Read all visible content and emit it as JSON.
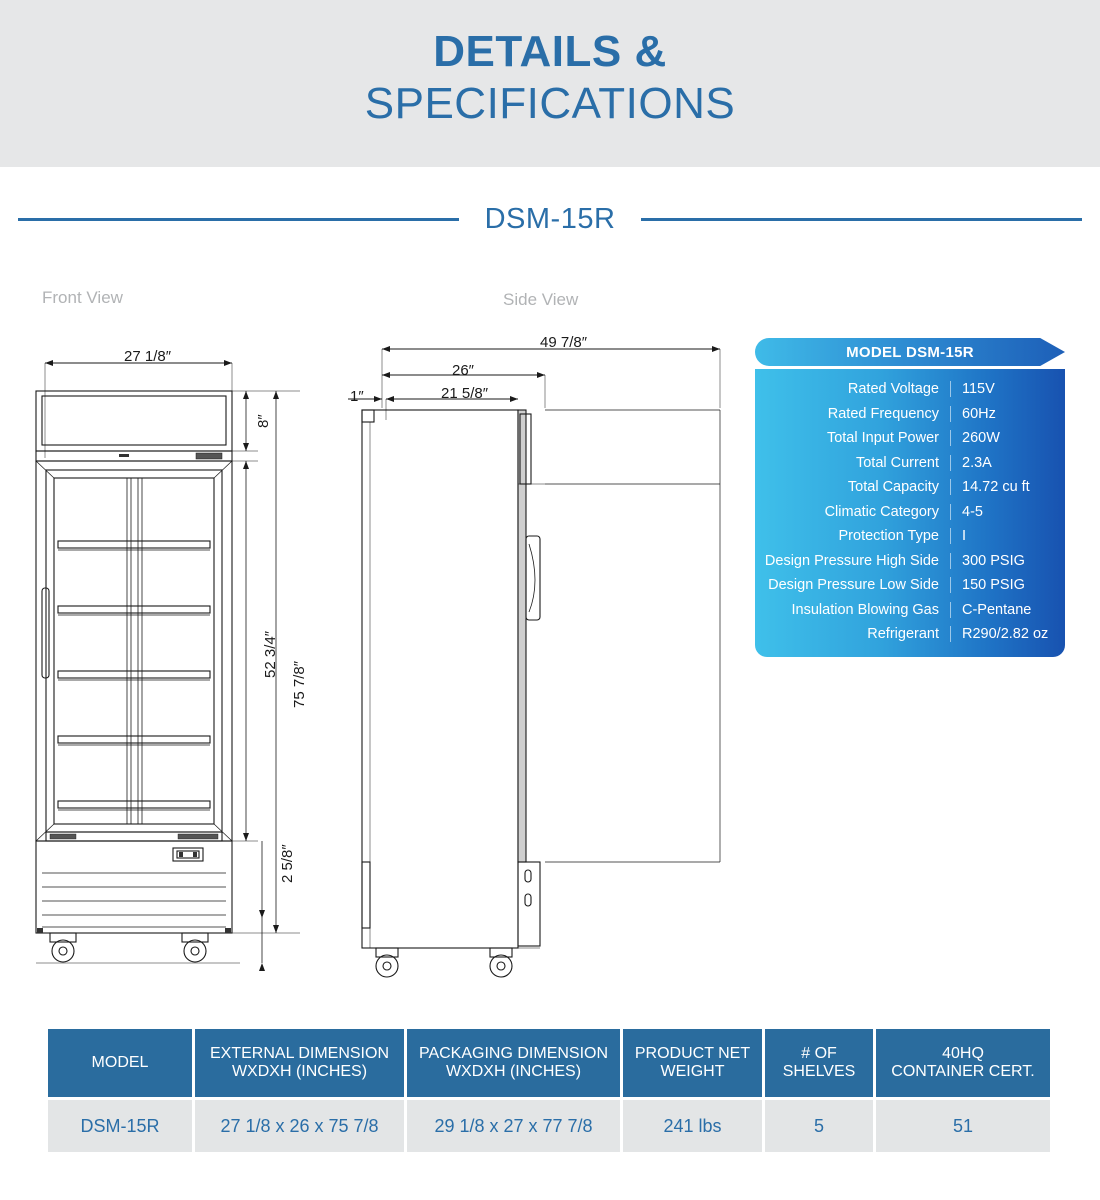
{
  "banner": {
    "title_line1": "DETAILS &",
    "title_line2": "SPECIFICATIONS"
  },
  "model_divider": {
    "model_name": "DSM-15R"
  },
  "colors": {
    "brand_blue": "#2a6ea8",
    "banner_bg": "#e6e7e8",
    "table_header": "#2a6c9e",
    "table_row": "#e3e5e6",
    "spec_gradient_start": "#3fc0ea",
    "spec_gradient_end": "#1852b0"
  },
  "drawings": {
    "front_view_label": "Front View",
    "side_view_label": "Side View",
    "front_dimensions": {
      "width": "27 1/8″",
      "canopy_height": "8″",
      "interior_height": "52 3/4″",
      "overall_height": "75 7/8″",
      "base_height": "2 5/8″"
    },
    "side_dimensions": {
      "door_open_depth": "49 7/8″",
      "depth_with_handle": "26″",
      "cabinet_depth": "21 5/8″",
      "handle_offset": "1″"
    }
  },
  "spec_card": {
    "header": "MODEL DSM-15R",
    "rows": [
      {
        "label": "Rated  Voltage",
        "value": "115V"
      },
      {
        "label": "Rated  Frequency",
        "value": "60Hz"
      },
      {
        "label": "Total Input Power",
        "value": "260W"
      },
      {
        "label": "Total Current",
        "value": "2.3A"
      },
      {
        "label": "Total Capacity",
        "value": "14.72 cu ft"
      },
      {
        "label": "Climatic Category",
        "value": "4-5"
      },
      {
        "label": "Protection Type",
        "value": "I"
      },
      {
        "label": "Design Pressure High Side",
        "value": "300 PSIG"
      },
      {
        "label": "Design Pressure Low Side",
        "value": "150 PSIG"
      },
      {
        "label": "Insulation Blowing Gas",
        "value": "C-Pentane"
      },
      {
        "label": "Refrigerant",
        "value": "R290/2.82 oz"
      }
    ]
  },
  "bottom_table": {
    "headers": [
      "MODEL",
      "EXTERNAL DIMENSION\nWXDXH (INCHES)",
      "PACKAGING DIMENSION\nWXDXH (INCHES)",
      "PRODUCT NET\nWEIGHT",
      "# OF\nSHELVES",
      "40HQ\nCONTAINER CERT."
    ],
    "header_lines": [
      [
        "MODEL"
      ],
      [
        "EXTERNAL DIMENSION",
        "WXDXH (INCHES)"
      ],
      [
        "PACKAGING DIMENSION",
        "WXDXH (INCHES)"
      ],
      [
        "PRODUCT NET",
        "WEIGHT"
      ],
      [
        "# OF",
        "SHELVES"
      ],
      [
        "40HQ",
        "CONTAINER CERT."
      ]
    ],
    "rows": [
      {
        "model": "DSM-15R",
        "external_dimension": "27 1/8 x 26 x 75 7/8",
        "packaging_dimension": "29 1/8 x 27  x 77 7/8",
        "product_net_weight": "241 lbs",
        "shelves": "5",
        "container_cert": "51"
      }
    ]
  }
}
